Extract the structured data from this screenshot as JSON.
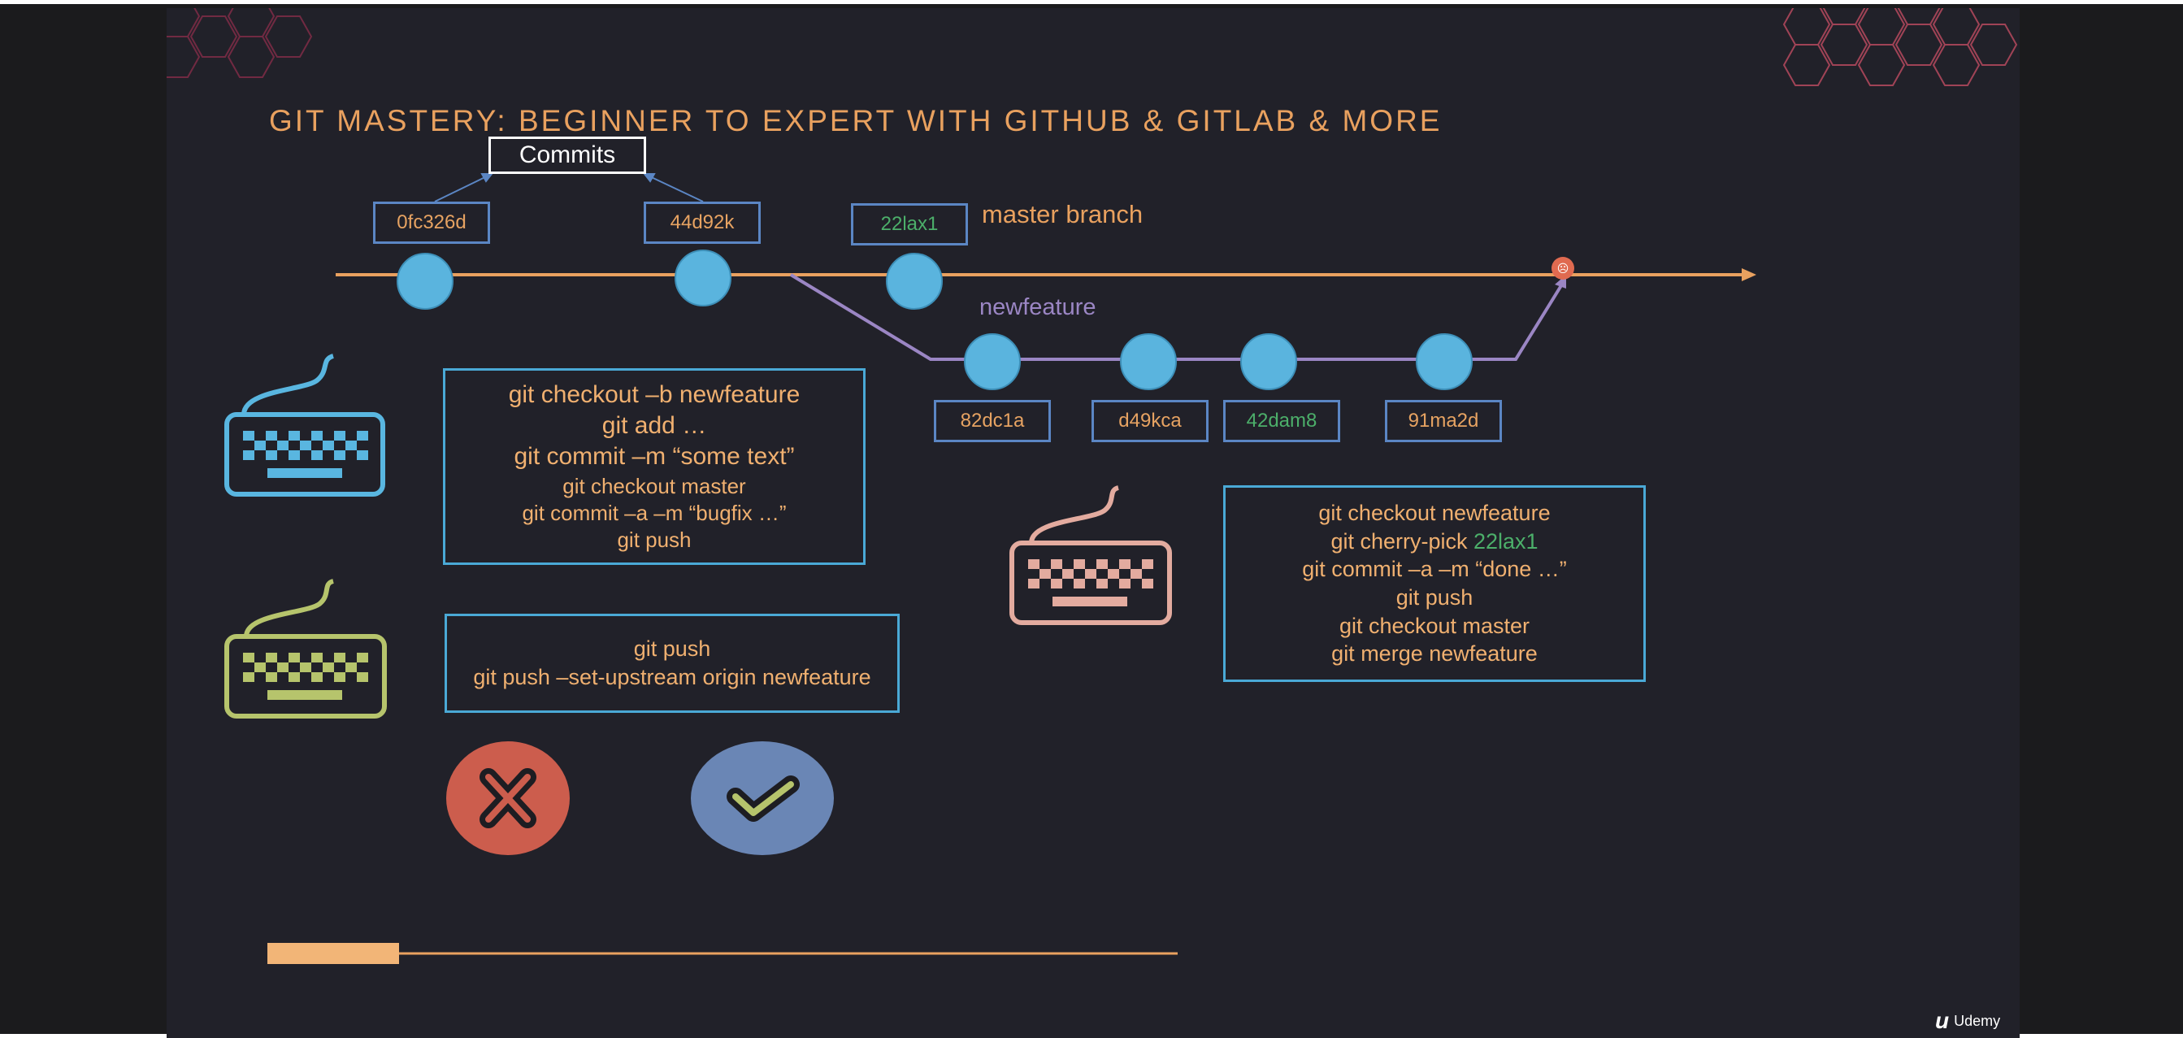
{
  "slide": {
    "title": "GIT MASTERY: BEGINNER TO EXPERT WITH GITHUB & GITLAB & MORE",
    "brand": "Udemy"
  },
  "diagram": {
    "commits_label": "Commits",
    "master_label": "master branch",
    "feature_label": "newfeature",
    "master_commits": [
      {
        "id": "0fc326d",
        "highlight": false
      },
      {
        "id": "44d92k",
        "highlight": false
      },
      {
        "id": "22lax1",
        "highlight": true
      }
    ],
    "feature_commits": [
      {
        "id": "82dc1a",
        "highlight": false
      },
      {
        "id": "d49kca",
        "highlight": false
      },
      {
        "id": "42dam8",
        "highlight": true
      },
      {
        "id": "91ma2d",
        "highlight": false
      }
    ]
  },
  "command_boxes": {
    "blue": {
      "lines": [
        "git checkout –b newfeature",
        "git add …",
        "git commit –m “some text”",
        "git checkout master",
        "git commit –a –m “bugfix …”",
        "git push"
      ]
    },
    "green": {
      "lines": [
        "git push",
        "git push –set-upstream origin newfeature"
      ]
    },
    "pink": {
      "line1": "git checkout newfeature",
      "line2_prefix": "git cherry-pick ",
      "line2_hash": "22lax1",
      "line3": "git commit –a –m “done …”",
      "line4": "git push",
      "line5": "git checkout master",
      "line6": "git merge newfeature"
    }
  },
  "icons": {
    "keyboard_blue": "keyboard-icon",
    "keyboard_green": "keyboard-icon",
    "keyboard_pink": "keyboard-icon",
    "cross": "x-mark-icon",
    "check": "check-mark-icon"
  },
  "colors": {
    "master_line": "#e9a15f",
    "feature_line": "#9b86c4",
    "commit_node": "#5ab4de",
    "keyboard_blue": "#59b6e0",
    "keyboard_green": "#b6c46c",
    "keyboard_pink": "#e3ab9f",
    "cross_circle": "#cc5d4d",
    "check_circle": "#6a86b5",
    "highlight_hash": "#4caf6a"
  },
  "progress": {
    "fraction": 0.145
  }
}
